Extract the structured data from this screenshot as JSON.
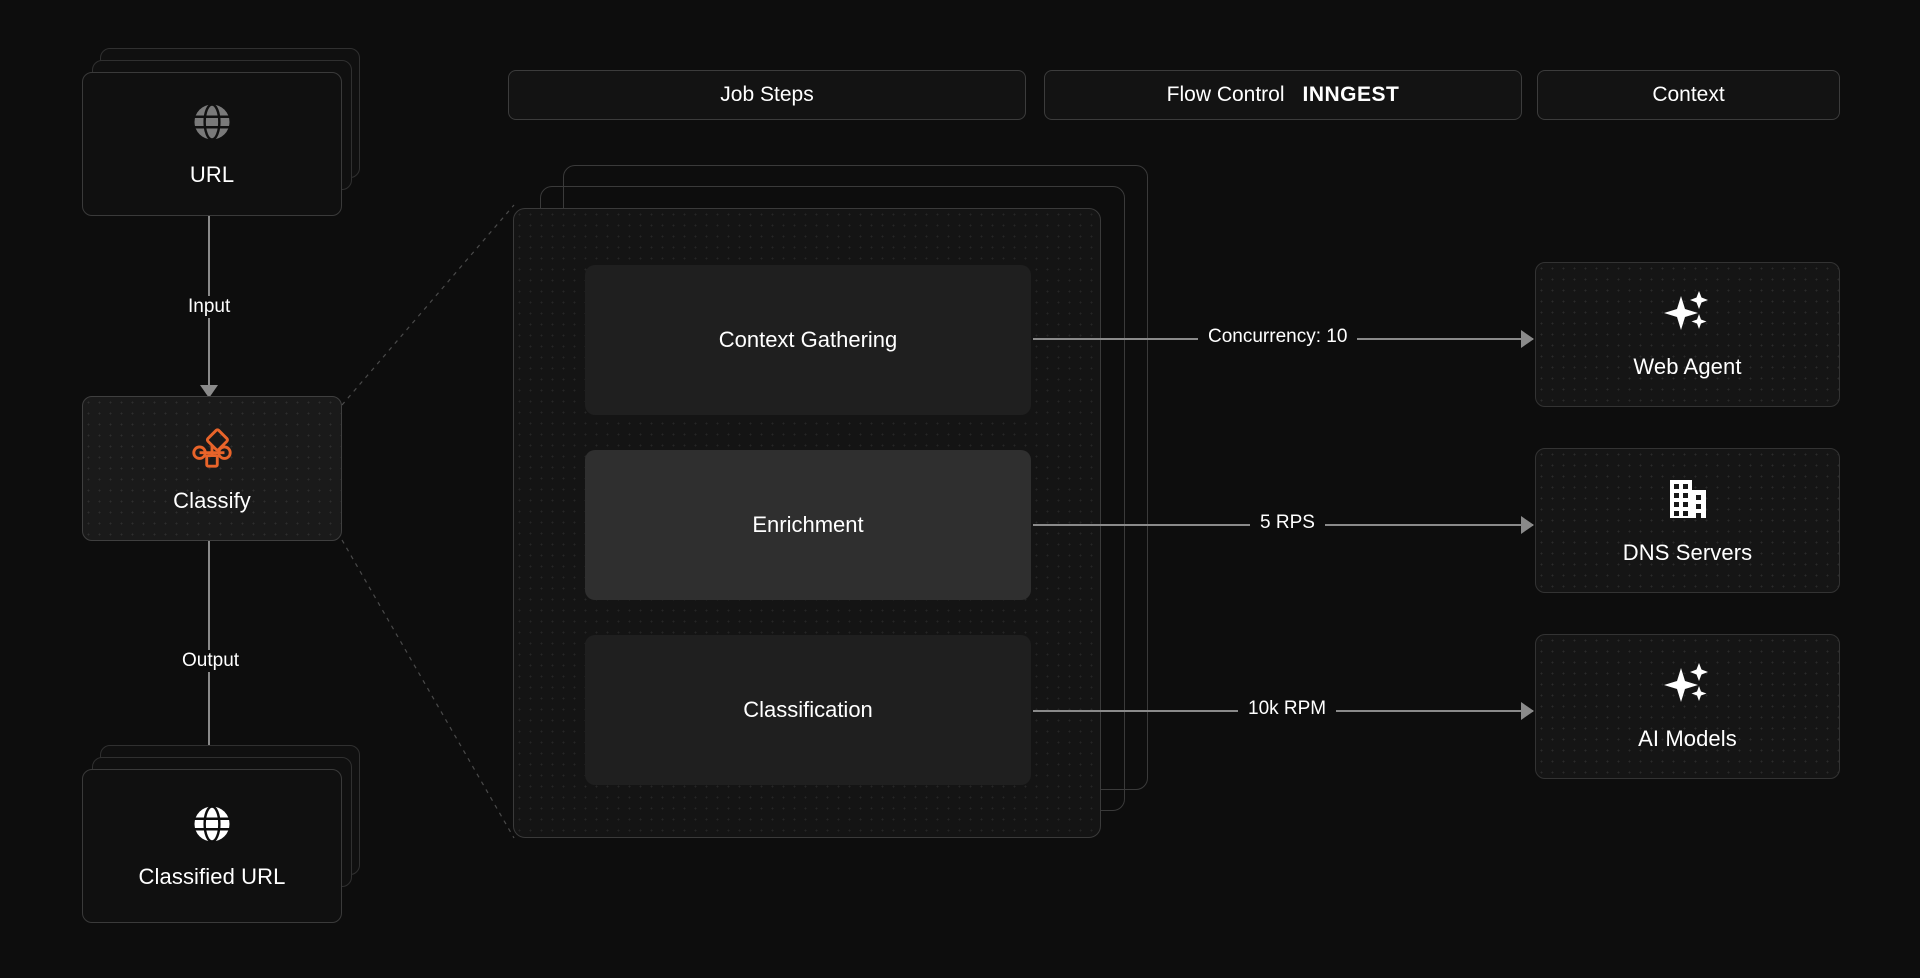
{
  "header": {
    "tabs": [
      {
        "label": "Job Steps",
        "brand": ""
      },
      {
        "label": "Flow Control",
        "brand": "INNGEST"
      },
      {
        "label": "Context",
        "brand": ""
      }
    ]
  },
  "pipeline": {
    "input_node": {
      "label": "URL",
      "icon": "globe-icon",
      "stacked": true
    },
    "input_edge_label": "Input",
    "process_node": {
      "label": "Classify",
      "icon": "workflow-branch-icon",
      "accent": "#E8642A"
    },
    "output_edge_label": "Output",
    "output_node": {
      "label": "Classified URL",
      "icon": "globe-icon",
      "stacked": true
    }
  },
  "job_panel": {
    "steps": [
      {
        "label": "Context Gathering",
        "highlighted": false
      },
      {
        "label": "Enrichment",
        "highlighted": true
      },
      {
        "label": "Classification",
        "highlighted": false
      }
    ]
  },
  "flow_control": {
    "edges": [
      {
        "label": "Concurrency: 10"
      },
      {
        "label": "5 RPS"
      },
      {
        "label": "10k RPM"
      }
    ]
  },
  "context": {
    "resources": [
      {
        "label": "Web Agent",
        "icon": "sparkles-icon"
      },
      {
        "label": "DNS Servers",
        "icon": "building-icon"
      },
      {
        "label": "AI Models",
        "icon": "sparkles-icon"
      }
    ]
  },
  "colors": {
    "background": "#0d0d0d",
    "card": "#111111",
    "border": "#3a3a3a",
    "accent": "#E8642A",
    "line": "#8a8a8a",
    "text": "#ffffff"
  }
}
